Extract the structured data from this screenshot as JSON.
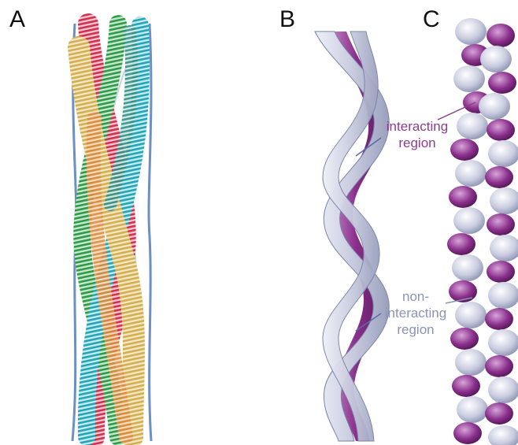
{
  "panels": {
    "a": "A",
    "b": "B",
    "c": "C"
  },
  "annotations": {
    "interacting": [
      "interacting",
      "region"
    ],
    "non_interacting": [
      "non-",
      "interacting",
      "region"
    ]
  },
  "colors": {
    "interacting_label": "#8c3d8c",
    "non_interacting_label": "#8a93b8",
    "ribbon_light": "#c9ccdf",
    "ribbon_purple": "#8a2f8c",
    "strand_blue": "#2f5fa8",
    "strand_red": "#d23050",
    "strand_green": "#2e9a4a",
    "strand_cyan": "#22a6b6",
    "strand_yellow": "#d2b050",
    "strand_orange": "#d98a3a"
  }
}
